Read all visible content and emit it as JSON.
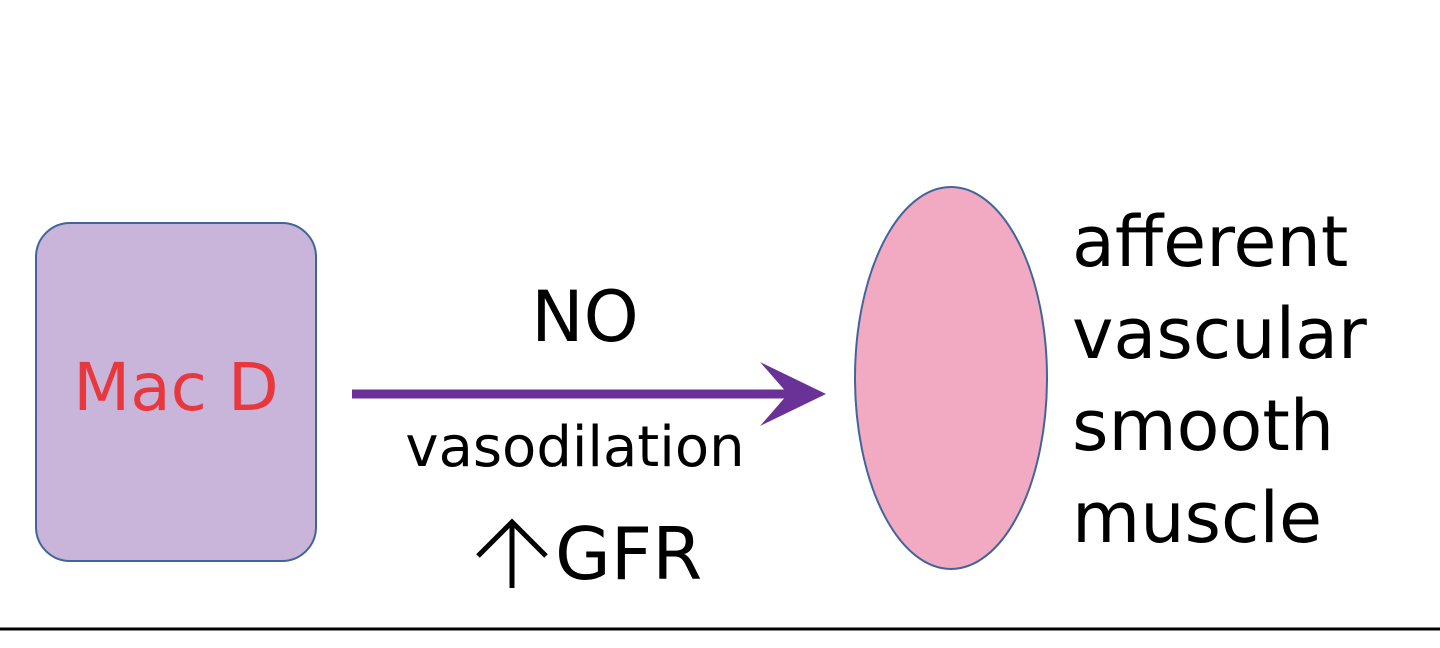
{
  "source": {
    "label": "Mac D",
    "label_color": "#e8383d",
    "fill": "#c9b4da",
    "stroke": "#41649a"
  },
  "arrow": {
    "color": "#6a3196",
    "label_above": "NO",
    "label_below": "vasodilation",
    "effect_icon": "up-arrow-icon",
    "effect_text": "GFR"
  },
  "target": {
    "fill": "#f2aac3",
    "stroke": "#41649a",
    "label_lines": [
      "afferent",
      "vascular",
      "smooth",
      "muscle"
    ]
  },
  "divider_color": "#000000"
}
